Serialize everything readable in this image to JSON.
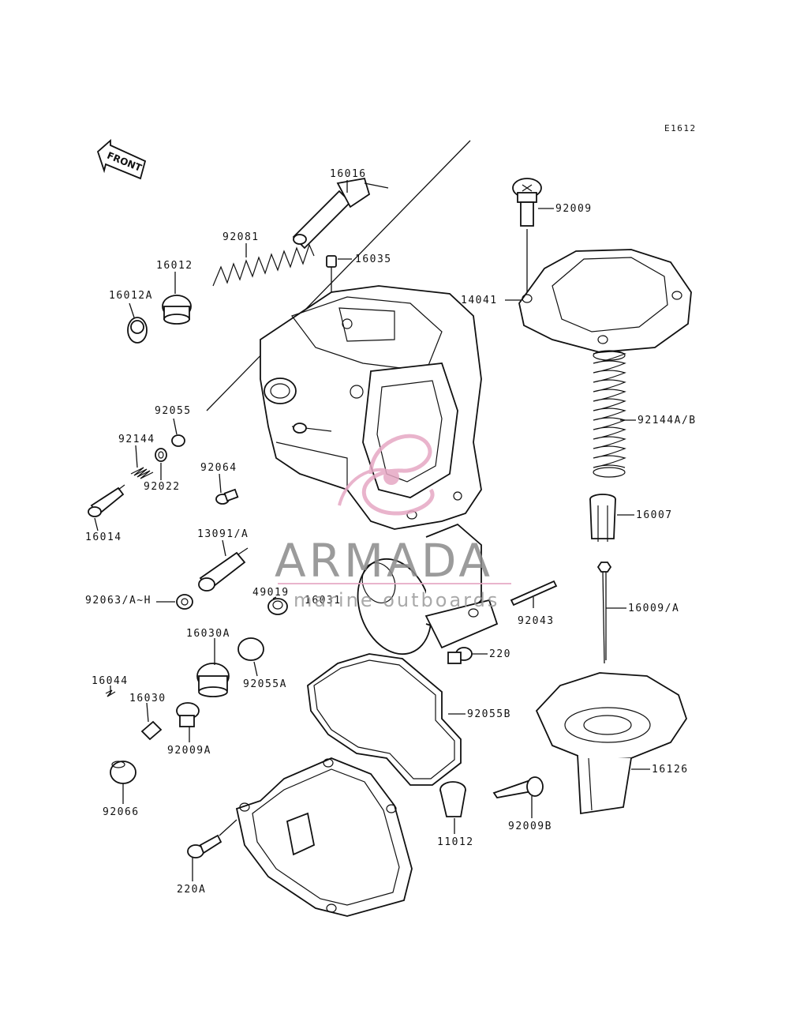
{
  "diagram_code": "E1612",
  "front_arrow": {
    "label": "FRONT"
  },
  "watermark": {
    "brand": "ARMADA",
    "tagline": "marine outboards",
    "logo": "armada-logo-icon"
  },
  "parts": [
    {
      "id": "p16016",
      "label": "16016"
    },
    {
      "id": "p92081",
      "label": "92081"
    },
    {
      "id": "p16035",
      "label": "16035"
    },
    {
      "id": "p16012",
      "label": "16012"
    },
    {
      "id": "p16012A",
      "label": "16012A"
    },
    {
      "id": "p92009",
      "label": "92009"
    },
    {
      "id": "p14041",
      "label": "14041"
    },
    {
      "id": "p92055",
      "label": "92055"
    },
    {
      "id": "p92144",
      "label": "92144"
    },
    {
      "id": "p92022",
      "label": "92022"
    },
    {
      "id": "p92064",
      "label": "92064"
    },
    {
      "id": "p16014",
      "label": "16014"
    },
    {
      "id": "p92144AB",
      "label": "92144A/B"
    },
    {
      "id": "p16007",
      "label": "16007"
    },
    {
      "id": "p13091A",
      "label": "13091/A"
    },
    {
      "id": "p92063AH",
      "label": "92063/A~H"
    },
    {
      "id": "p49019",
      "label": "49019"
    },
    {
      "id": "p16031",
      "label": "16031"
    },
    {
      "id": "p92043",
      "label": "92043"
    },
    {
      "id": "p16009A",
      "label": "16009/A"
    },
    {
      "id": "p16030A",
      "label": "16030A"
    },
    {
      "id": "p220",
      "label": "220"
    },
    {
      "id": "p92055A",
      "label": "92055A"
    },
    {
      "id": "p16044",
      "label": "16044"
    },
    {
      "id": "p16030",
      "label": "16030"
    },
    {
      "id": "p92055B",
      "label": "92055B"
    },
    {
      "id": "p92009A",
      "label": "92009A"
    },
    {
      "id": "p16126",
      "label": "16126"
    },
    {
      "id": "p92066",
      "label": "92066"
    },
    {
      "id": "p11012",
      "label": "11012"
    },
    {
      "id": "p92009B",
      "label": "92009B"
    },
    {
      "id": "p220A",
      "label": "220A"
    }
  ]
}
